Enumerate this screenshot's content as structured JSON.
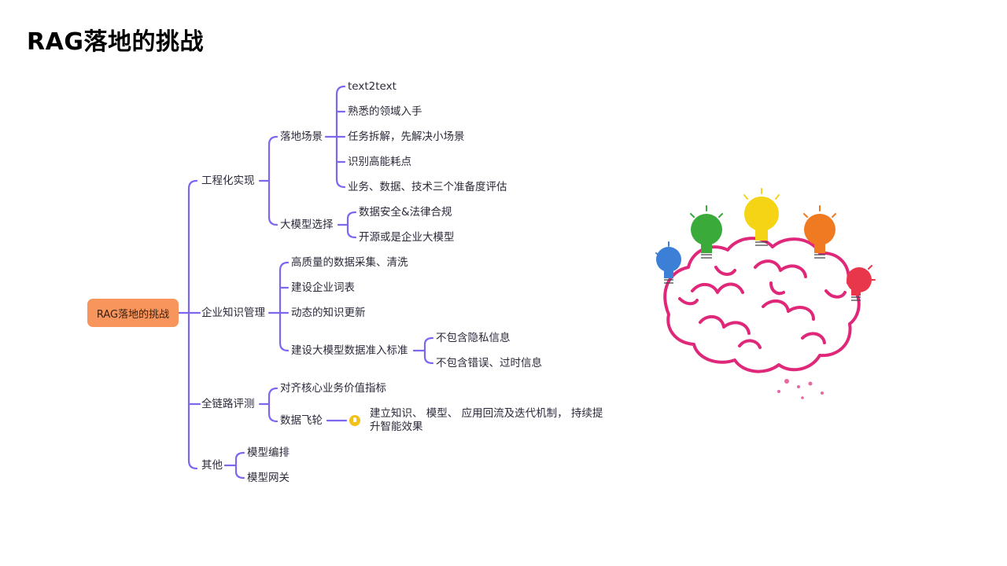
{
  "page": {
    "title": "RAG落地的挑战"
  },
  "mindmap": {
    "root": "RAG落地的挑战",
    "branches": [
      {
        "label": "工程化实现",
        "children": [
          {
            "label": "落地场景",
            "children": [
              "text2text",
              "熟悉的领域入手",
              "任务拆解，先解决小场景",
              "识别高能耗点",
              "业务、数据、技术三个准备度评估"
            ]
          },
          {
            "label": "大模型选择",
            "children": [
              "数据安全&法律合规",
              "开源或是企业大模型"
            ]
          }
        ]
      },
      {
        "label": "企业知识管理",
        "children": [
          {
            "label": "高质量的数据采集、清洗"
          },
          {
            "label": "建设企业词表"
          },
          {
            "label": "动态的知识更新"
          },
          {
            "label": "建设大模型数据准入标准",
            "children": [
              "不包含隐私信息",
              "不包含错误、过时信息"
            ]
          }
        ]
      },
      {
        "label": "全链路评测",
        "children": [
          {
            "label": "对齐核心业务价值指标"
          },
          {
            "label": "数据飞轮",
            "note": "建立知识、 模型、 应用回流及迭代机制， 持续提升智能效果"
          }
        ]
      },
      {
        "label": "其他",
        "children": [
          {
            "label": "模型编排"
          },
          {
            "label": "模型网关"
          }
        ]
      }
    ]
  },
  "colors": {
    "line": "#7b68ee",
    "root_bg": "#f7955c",
    "note_icon": "#f2c21b",
    "brain": "#e0287a"
  },
  "illustration": {
    "icon": "brain-with-lightbulbs-icon",
    "bulb_colors": [
      "#3b7fd6",
      "#3aab3a",
      "#f5d315",
      "#f07a22",
      "#e8374a"
    ]
  }
}
